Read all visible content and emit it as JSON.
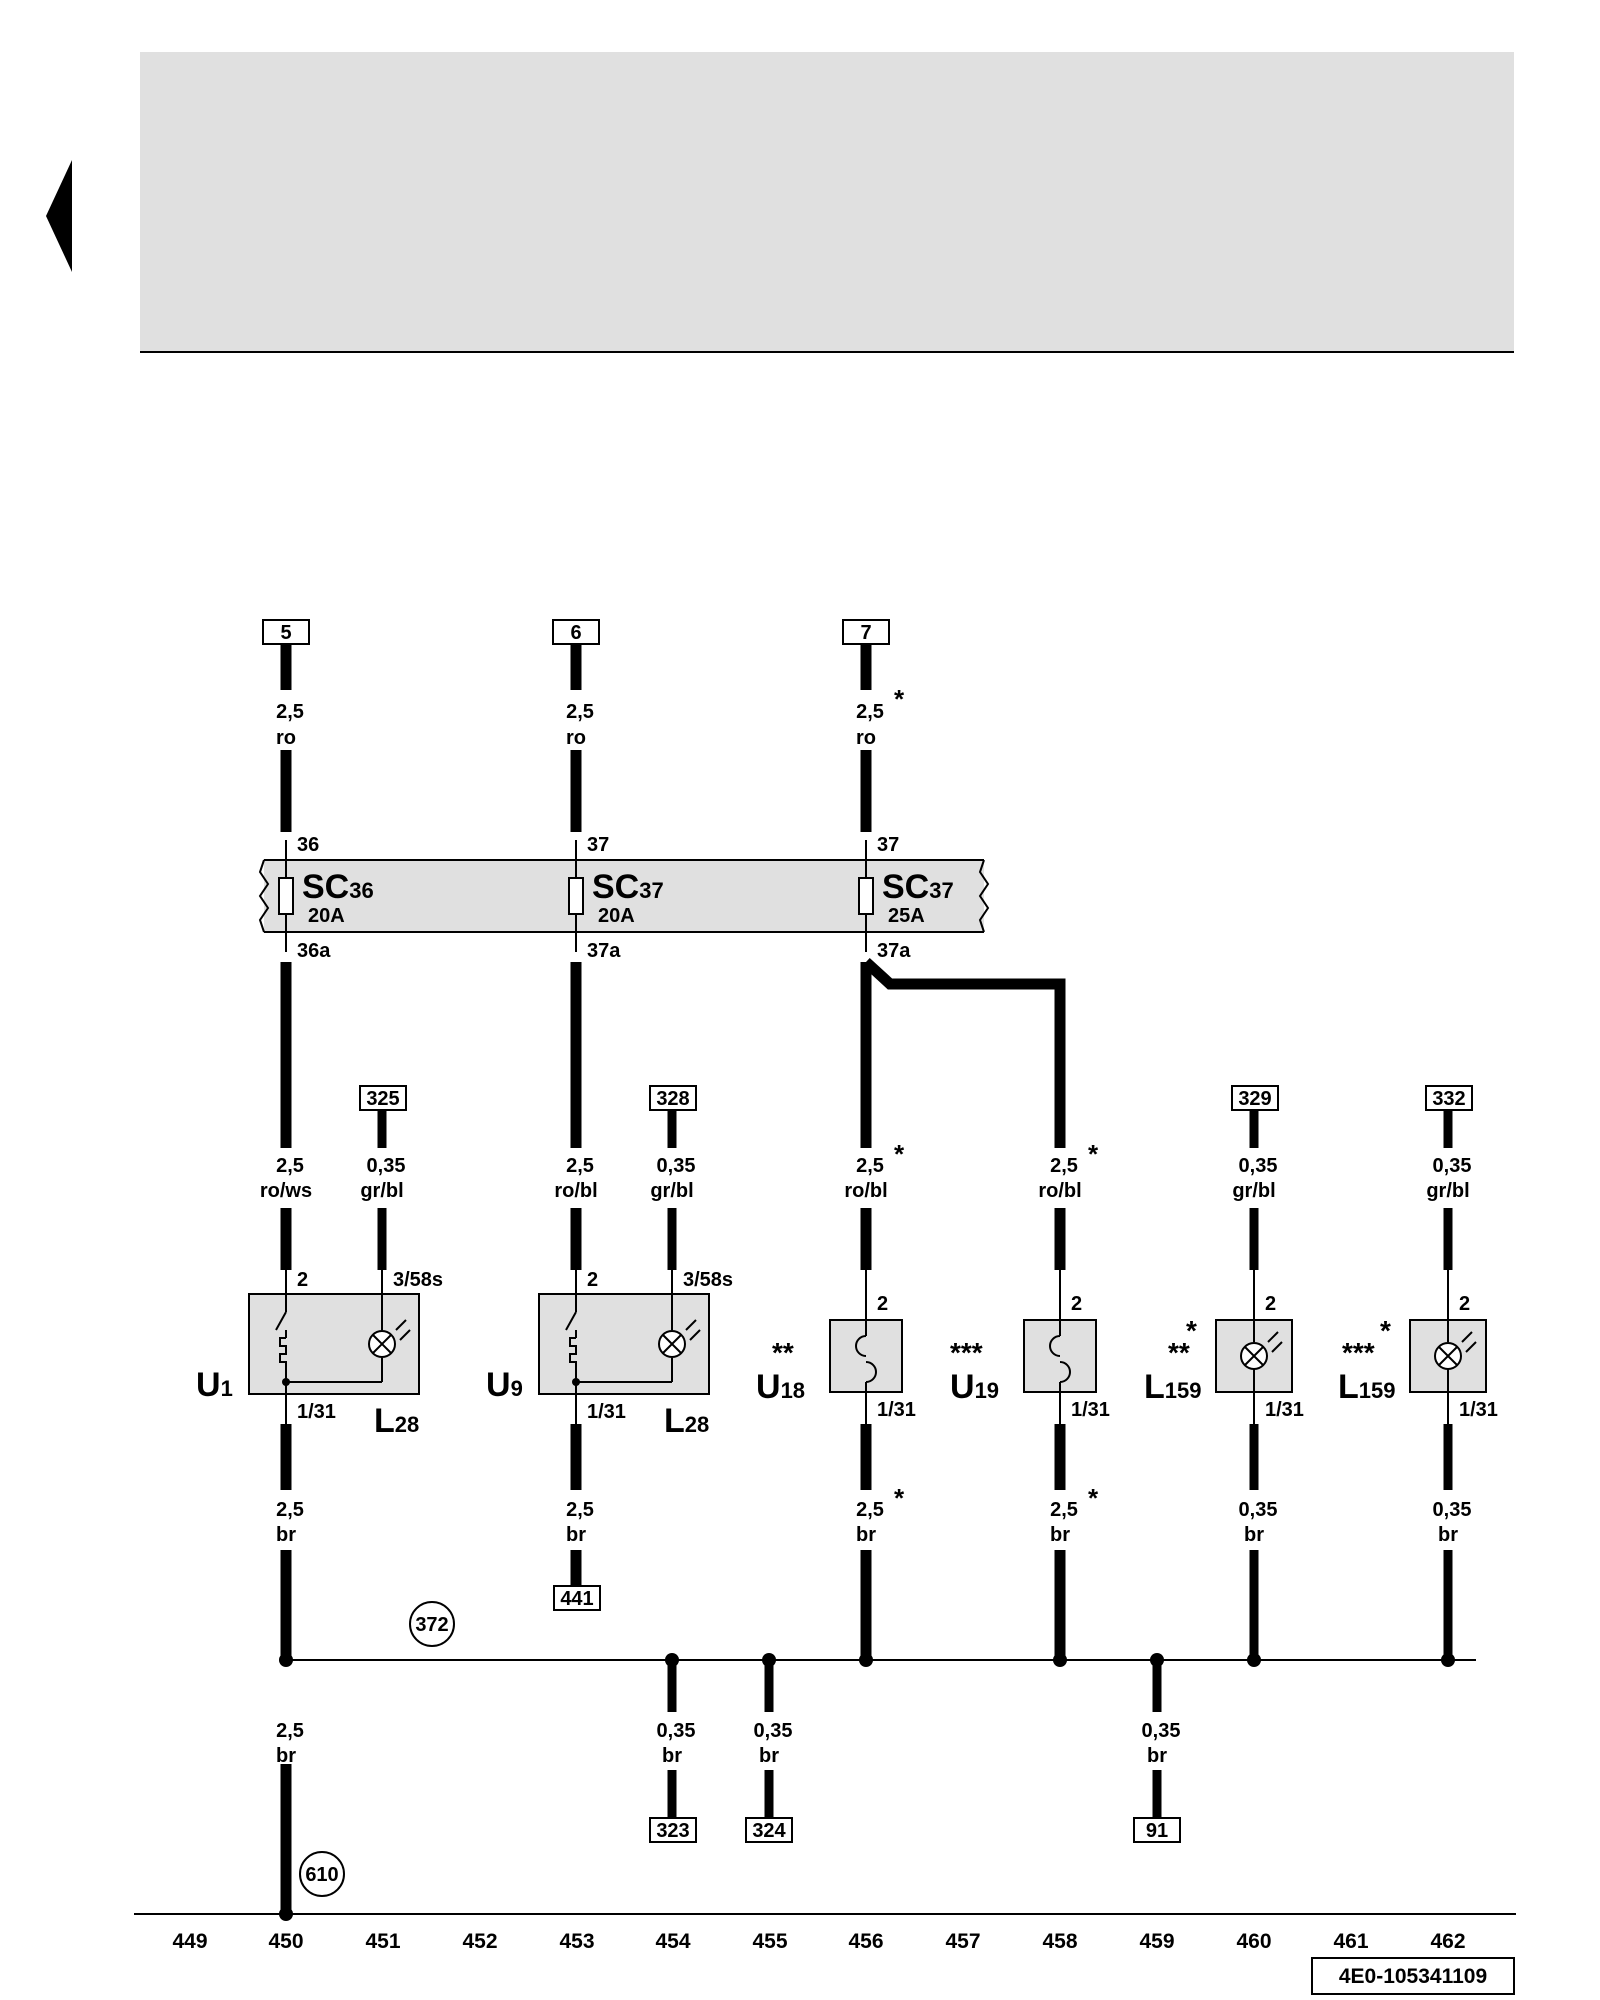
{
  "header": {
    "banner_color": "#e0e0e0"
  },
  "diagram": {
    "ref_code": "4E0-105341109",
    "top_refs": [
      "5",
      "6",
      "7"
    ],
    "fuses": [
      {
        "name": "SC",
        "sub": "36",
        "rating": "20A",
        "in": "36",
        "out": "36a"
      },
      {
        "name": "SC",
        "sub": "37",
        "rating": "20A",
        "in": "37",
        "out": "37a"
      },
      {
        "name": "SC",
        "sub": "37",
        "rating": "25A",
        "in": "37",
        "out": "37a"
      }
    ],
    "wire_labels": [
      {
        "size": "2,5",
        "color": "ro",
        "star": ""
      },
      {
        "size": "2,5",
        "color": "ro",
        "star": ""
      },
      {
        "size": "2,5",
        "color": "ro",
        "star": "*"
      },
      {
        "size": "2,5",
        "color": "ro/ws",
        "star": ""
      },
      {
        "size": "0,35",
        "color": "gr/bl",
        "star": ""
      },
      {
        "size": "2,5",
        "color": "ro/bl",
        "star": ""
      },
      {
        "size": "0,35",
        "color": "gr/bl",
        "star": ""
      },
      {
        "size": "2,5",
        "color": "ro/bl",
        "star": "*"
      },
      {
        "size": "2,5",
        "color": "ro/bl",
        "star": "*"
      },
      {
        "size": "0,35",
        "color": "gr/bl",
        "star": ""
      },
      {
        "size": "0,35",
        "color": "gr/bl",
        "star": ""
      },
      {
        "size": "2,5",
        "color": "br",
        "star": ""
      },
      {
        "size": "2,5",
        "color": "br",
        "star": ""
      },
      {
        "size": "2,5",
        "color": "br",
        "star": "*"
      },
      {
        "size": "2,5",
        "color": "br",
        "star": "*"
      },
      {
        "size": "0,35",
        "color": "br",
        "star": ""
      },
      {
        "size": "0,35",
        "color": "br",
        "star": ""
      },
      {
        "size": "2,5",
        "color": "br",
        "star": ""
      },
      {
        "size": "0,35",
        "color": "br",
        "star": ""
      },
      {
        "size": "0,35",
        "color": "br",
        "star": ""
      },
      {
        "size": "0,35",
        "color": "br",
        "star": ""
      }
    ],
    "mid_refs": [
      "325",
      "328",
      "329",
      "332"
    ],
    "bottom_refs": [
      "441",
      "323",
      "324",
      "91"
    ],
    "pins": [
      "2",
      "3/58s",
      "2",
      "3/58s",
      "2",
      "2",
      "2",
      "2",
      "1/31",
      "1/31",
      "1/31",
      "1/31",
      "1/31",
      "1/31"
    ],
    "components": [
      {
        "letter": "U",
        "sub": "1",
        "stars": ""
      },
      {
        "letter": "L",
        "sub": "28",
        "stars": ""
      },
      {
        "letter": "U",
        "sub": "9",
        "stars": ""
      },
      {
        "letter": "L",
        "sub": "28",
        "stars": ""
      },
      {
        "letter": "U",
        "sub": "18",
        "stars": "**"
      },
      {
        "letter": "U",
        "sub": "19",
        "stars": "***"
      },
      {
        "letter": "L",
        "sub": "159",
        "stars": "**"
      },
      {
        "letter": "L",
        "sub": "159",
        "stars": "***"
      }
    ],
    "splices": [
      "372",
      "610"
    ],
    "columns": [
      "449",
      "450",
      "451",
      "452",
      "453",
      "454",
      "455",
      "456",
      "457",
      "458",
      "459",
      "460",
      "461",
      "462"
    ]
  }
}
